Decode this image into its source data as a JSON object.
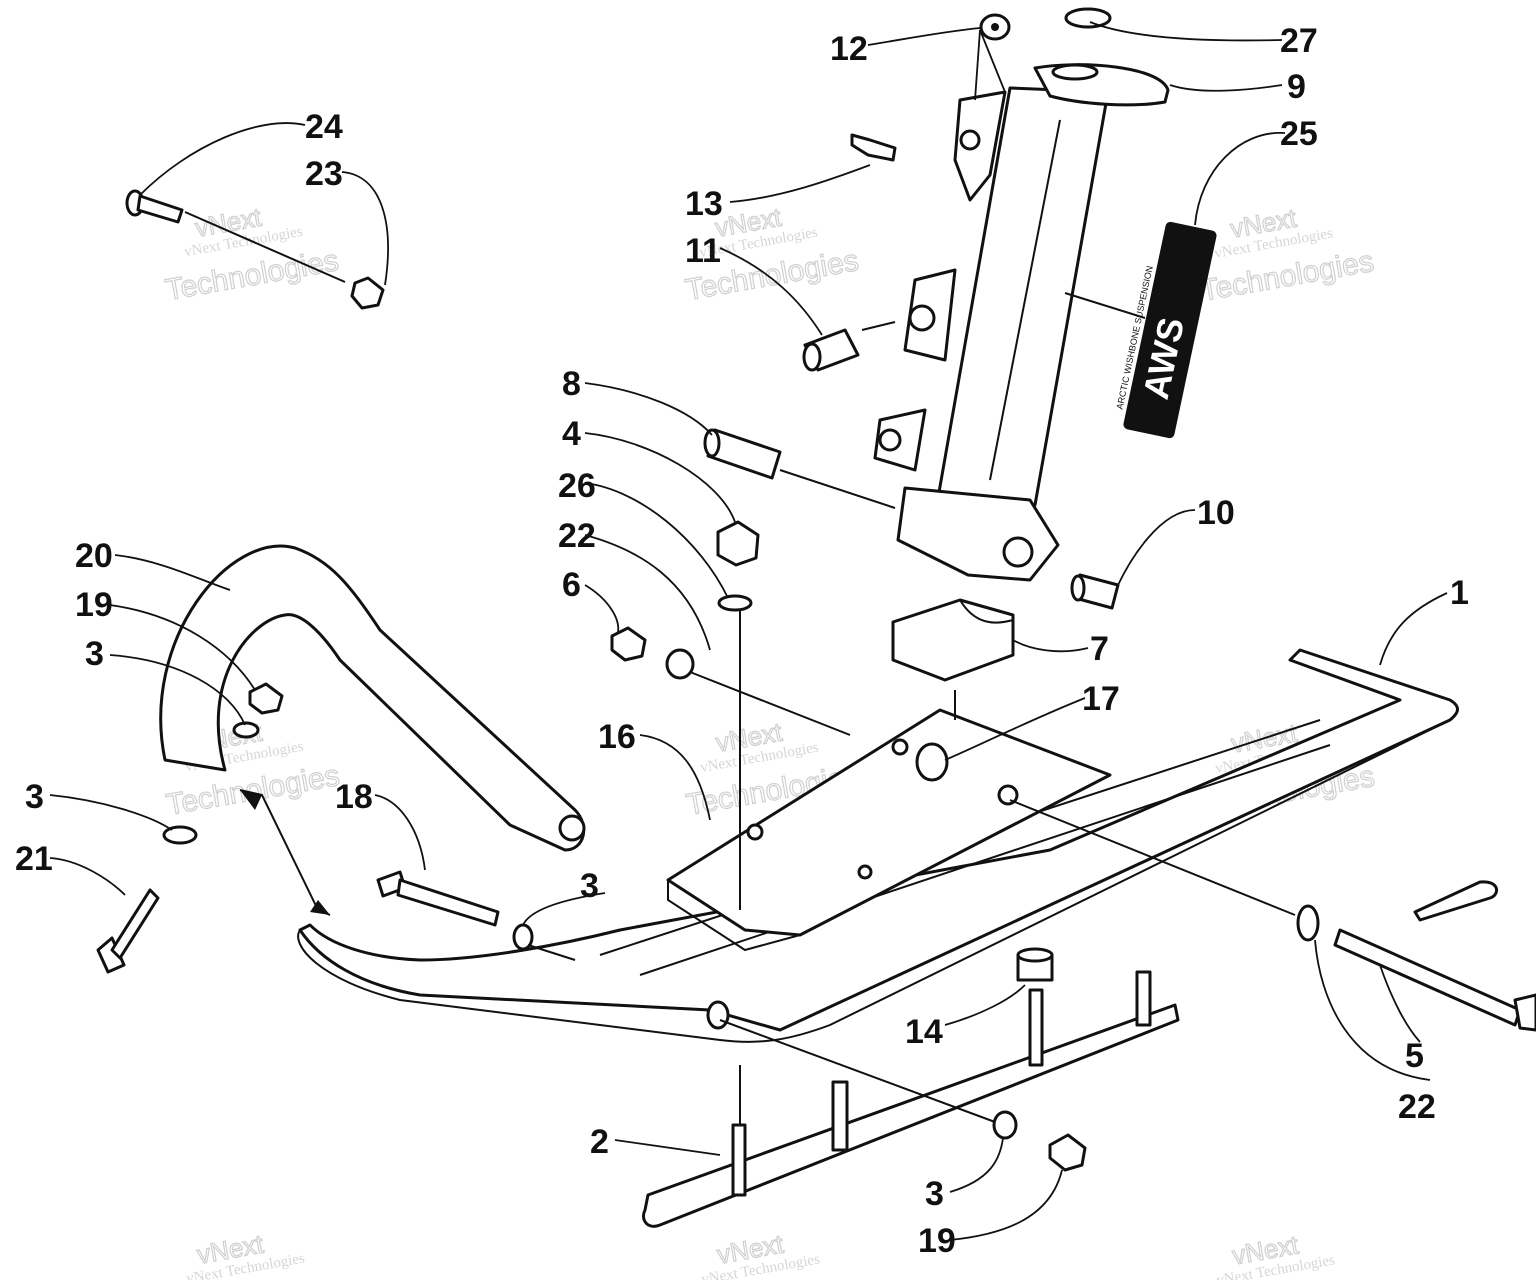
{
  "callouts": {
    "c1": "1",
    "c2": "2",
    "c3a": "3",
    "c3b": "3",
    "c3c": "3",
    "c3d": "3",
    "c4": "4",
    "c5": "5",
    "c6": "6",
    "c7": "7",
    "c8": "8",
    "c9": "9",
    "c10": "10",
    "c11": "11",
    "c12": "12",
    "c13": "13",
    "c14": "14",
    "c16": "16",
    "c17": "17",
    "c18": "18",
    "c19a": "19",
    "c19b": "19",
    "c20": "20",
    "c21": "21",
    "c22a": "22",
    "c22b": "22",
    "c23": "23",
    "c24": "24",
    "c25": "25",
    "c26": "26",
    "c27": "27"
  },
  "decal": {
    "brand": "AWS",
    "tagline": "ARCTIC WISHBONE SUSPENSION"
  },
  "watermark": {
    "line1": "vNext Technologies",
    "line2": "vNext",
    "line3": "Technologies"
  }
}
